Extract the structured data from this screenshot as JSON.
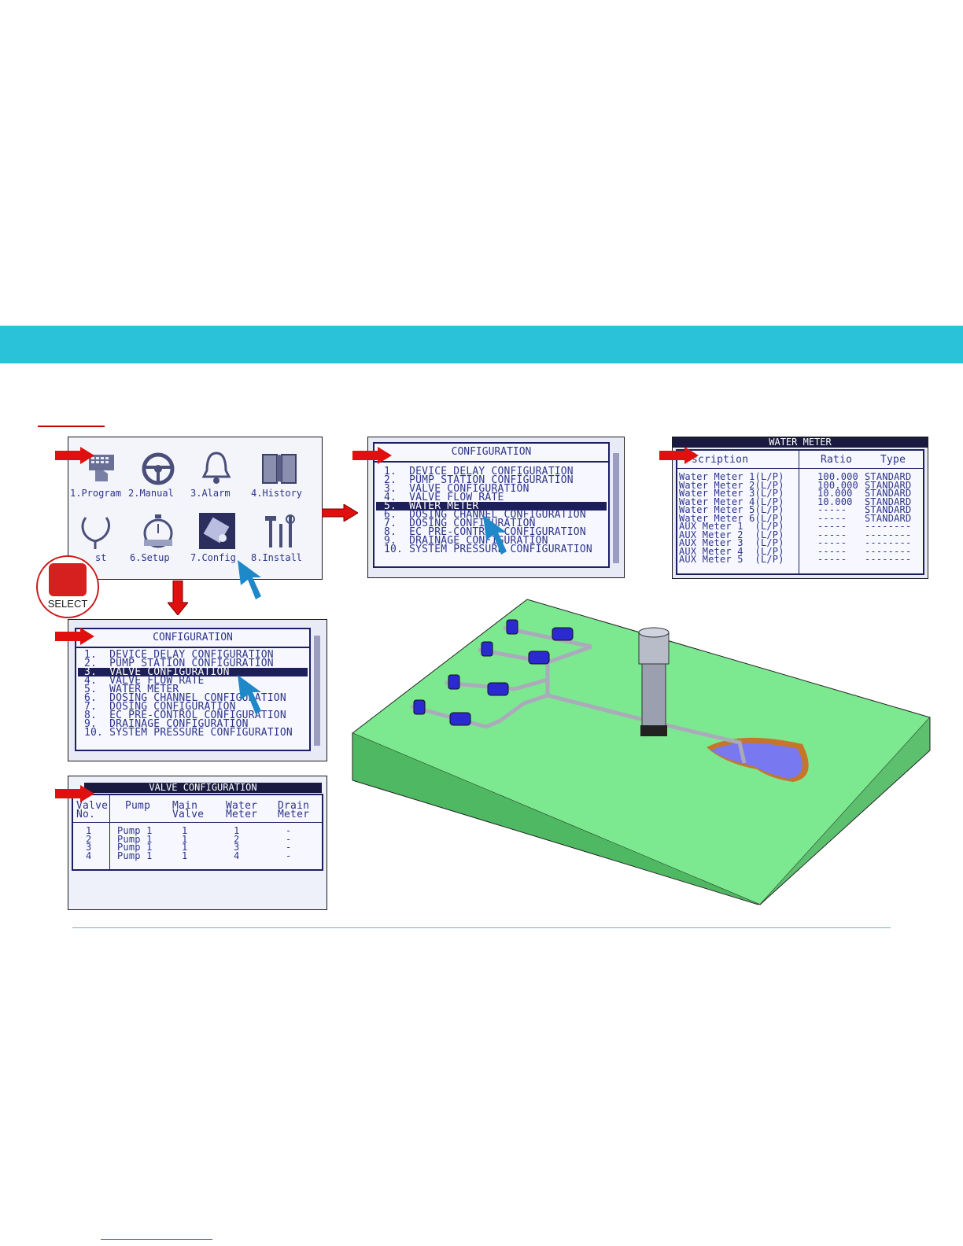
{
  "screen1": {
    "items": [
      {
        "label": "1.Program",
        "icon": "program-icon"
      },
      {
        "label": "2.Manual",
        "icon": "steering-wheel-icon"
      },
      {
        "label": "3.Alarm",
        "icon": "bell-icon"
      },
      {
        "label": "4.History",
        "icon": "book-icon"
      },
      {
        "label": "st",
        "icon": "stethoscope-icon"
      },
      {
        "label": "6.Setup",
        "icon": "stopwatch-icon"
      },
      {
        "label": "7.Config",
        "icon": "config-icon"
      },
      {
        "label": "8.Install",
        "icon": "tools-icon"
      }
    ],
    "select_label": "SELECT"
  },
  "config_menu": {
    "title": "CONFIGURATION",
    "items": [
      "1.  DEVICE DELAY CONFIGURATION",
      "2.  PUMP STATION CONFIGURATION",
      "3.  VALVE CONFIGURATION",
      "4.  VALVE FLOW RATE",
      "5.  WATER METER",
      "6.  DOSING CHANNEL CONFIGURATION",
      "7.  DOSING CONFIGURATION",
      "8.  EC PRE-CONTROL CONFIGURATION",
      "9.  DRAINAGE CONFIGURATION",
      "10. SYSTEM PRESSURE CONFIGURATION"
    ]
  },
  "water_meter": {
    "title": "WATER METER",
    "headers": [
      "scription",
      "Ratio",
      "Type"
    ],
    "rows": [
      [
        "Water Meter 1(L/P)",
        "100.000",
        "STANDARD"
      ],
      [
        "Water Meter 2(L/P)",
        "100.000",
        "STANDARD"
      ],
      [
        "Water Meter 3(L/P)",
        "10.000",
        "STANDARD"
      ],
      [
        "Water Meter 4(L/P)",
        "10.000",
        "STANDARD"
      ],
      [
        "Water Meter 5(L/P)",
        "-----",
        "STANDARD"
      ],
      [
        "Water Meter 6(L/P)",
        "-----",
        "STANDARD"
      ],
      [
        "AUX Meter 1  (L/P)",
        "-----",
        "--------"
      ],
      [
        "AUX Meter 2  (L/P)",
        "-----",
        "--------"
      ],
      [
        "AUX Meter 3  (L/P)",
        "-----",
        "--------"
      ],
      [
        "AUX Meter 4  (L/P)",
        "-----",
        "--------"
      ],
      [
        "AUX Meter 5  (L/P)",
        "-----",
        "--------"
      ]
    ]
  },
  "valve_config": {
    "title": "VALVE CONFIGURATION",
    "headers": [
      "Valve\nNo.",
      "Pump",
      "Main\nValve",
      "Water\nMeter",
      "Drain\nMeter"
    ],
    "rows": [
      [
        "1",
        "Pump 1",
        "1",
        "1",
        "-"
      ],
      [
        "2",
        "Pump 1",
        "1",
        "2",
        "-"
      ],
      [
        "3",
        "Pump 1",
        "1",
        "3",
        "-"
      ],
      [
        "4",
        "Pump 1",
        "1",
        "4",
        "-"
      ]
    ]
  },
  "colors": {
    "banner": "#2ac2d8",
    "lcd_text": "#2d3488",
    "red_arrow": "#e01010",
    "blue_arrow": "#1e88c8",
    "ground_green": "#7ce890",
    "pool_blue": "#7878f0"
  }
}
